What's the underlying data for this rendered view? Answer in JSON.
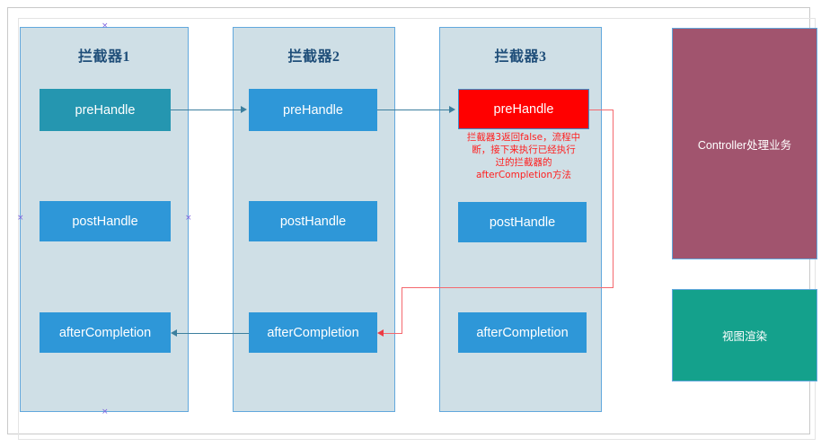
{
  "diagram": {
    "panels": [
      {
        "title": "拦截器1",
        "methods": [
          "preHandle",
          "postHandle",
          "afterCompletion"
        ]
      },
      {
        "title": "拦截器2",
        "methods": [
          "preHandle",
          "postHandle",
          "afterCompletion"
        ]
      },
      {
        "title": "拦截器3",
        "methods": [
          "preHandle",
          "postHandle",
          "afterCompletion"
        ]
      }
    ],
    "side_boxes": [
      {
        "label": "Controller处理业务",
        "color": "#a1546e"
      },
      {
        "label": "视图渲染",
        "color": "#14a18c"
      }
    ],
    "annotation": {
      "lines": [
        "拦截器3返回false，流程中",
        "断，接下来执行已经执行",
        "过的拦截器的",
        "afterCompletion方法"
      ],
      "color": "#ff2020"
    },
    "colors": {
      "panel_fill": "#cfdfe6",
      "panel_border": "#62a8dd",
      "method_blue": "#2e97d8",
      "method_teal": "#2596b0",
      "method_red": "#ff0000",
      "flow_arrow": "#3c7f9e",
      "interrupt_arrow": "#f4686e",
      "title_text": "#1f4e79",
      "frame_border": "#c9c9c9"
    },
    "handle_glyph": "×"
  }
}
